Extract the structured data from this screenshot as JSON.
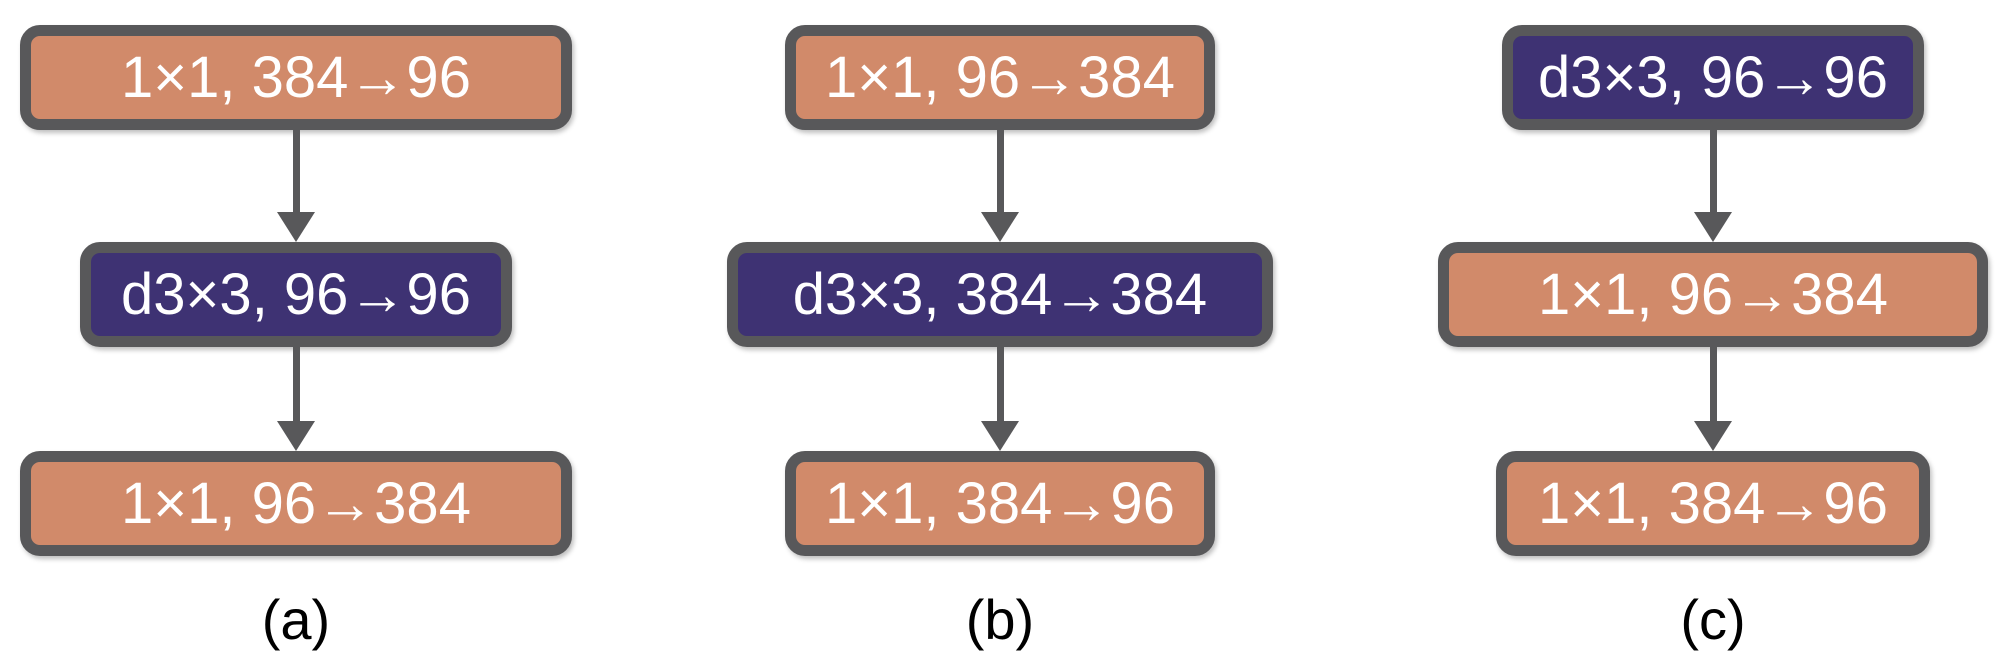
{
  "columns": [
    {
      "id": "a",
      "label": "(a)",
      "boxes": [
        {
          "text": "1×1, 384→96",
          "fill": "#D18A6A",
          "kind": "conv-1x1"
        },
        {
          "text": "d3×3, 96→96",
          "fill": "#3E3273",
          "kind": "depthwise-conv-3x3"
        },
        {
          "text": "1×1, 96→384",
          "fill": "#D18A6A",
          "kind": "conv-1x1"
        }
      ]
    },
    {
      "id": "b",
      "label": "(b)",
      "boxes": [
        {
          "text": "1×1, 96→384",
          "fill": "#D18A6A",
          "kind": "conv-1x1"
        },
        {
          "text": "d3×3, 384→384",
          "fill": "#3E3273",
          "kind": "depthwise-conv-3x3"
        },
        {
          "text": "1×1, 384→96",
          "fill": "#D18A6A",
          "kind": "conv-1x1"
        }
      ]
    },
    {
      "id": "c",
      "label": "(c)",
      "boxes": [
        {
          "text": "d3×3, 96→96",
          "fill": "#3E3273",
          "kind": "depthwise-conv-3x3"
        },
        {
          "text": "1×1, 96→384",
          "fill": "#D18A6A",
          "kind": "conv-1x1"
        },
        {
          "text": "1×1, 384→96",
          "fill": "#D18A6A",
          "kind": "conv-1x1"
        }
      ]
    }
  ],
  "colors": {
    "conv_1x1_fill": "#D18A6A",
    "depthwise_conv_fill": "#3E3273",
    "box_border": "#58585A",
    "arrow": "#58585A",
    "box_text": "#FFFFFF",
    "label_text": "#000000",
    "background": "#FFFFFF"
  }
}
